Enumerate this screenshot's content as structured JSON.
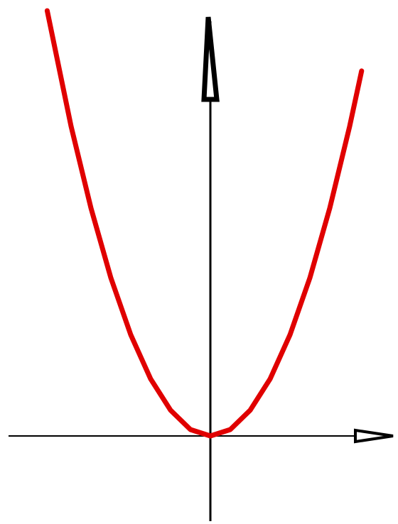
{
  "chart_data": {
    "type": "line",
    "title": "",
    "xlabel": "",
    "ylabel": "",
    "grid": false,
    "legend": "none",
    "xlim": [
      -2.45,
      2.45
    ],
    "ylim": [
      -1,
      5.6
    ],
    "axes_color": "#000000",
    "series": [
      {
        "color": "#e00000",
        "x": [
          -2.05,
          -1.75,
          -1.5,
          -1.25,
          -1.0,
          -0.75,
          -0.5,
          -0.25,
          0,
          0.25,
          0.5,
          0.75,
          1.0,
          1.25,
          1.5,
          1.75,
          1.9
        ],
        "y": [
          5.3,
          3.86,
          2.84,
          1.97,
          1.26,
          0.71,
          0.32,
          0.08,
          0,
          0.08,
          0.32,
          0.71,
          1.26,
          1.97,
          2.84,
          3.86,
          4.55
        ]
      }
    ]
  }
}
